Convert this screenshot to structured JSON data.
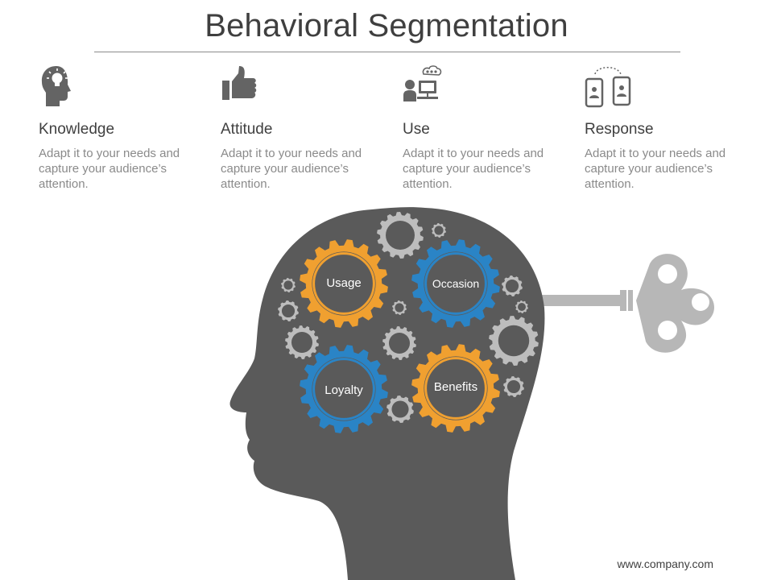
{
  "title": "Behavioral Segmentation",
  "colors": {
    "head": "#5a5a5a",
    "orange_gear": "#f0a030",
    "blue_gear": "#2a84c6",
    "gray_gear": "#bdbdbd",
    "key": "#b7b7b7",
    "icon": "#646464"
  },
  "columns": [
    {
      "icon": "lightbulb-head-icon",
      "heading": "Knowledge",
      "description": "Adapt it to your needs and capture your audience’s attention."
    },
    {
      "icon": "thumbs-up-icon",
      "heading": "Attitude",
      "description": "Adapt it to your needs and capture your audience’s attention."
    },
    {
      "icon": "person-computer-icon",
      "heading": "Use",
      "description": "Adapt it to your needs and capture your audience’s attention."
    },
    {
      "icon": "phone-exchange-icon",
      "heading": "Response",
      "description": "Adapt it to your needs and capture your audience’s attention."
    }
  ],
  "gears": {
    "usage": "Usage",
    "occasion": "Occasion",
    "loyalty": "Loyalty",
    "benefits": "Benefits"
  },
  "footer": "www.company.com"
}
